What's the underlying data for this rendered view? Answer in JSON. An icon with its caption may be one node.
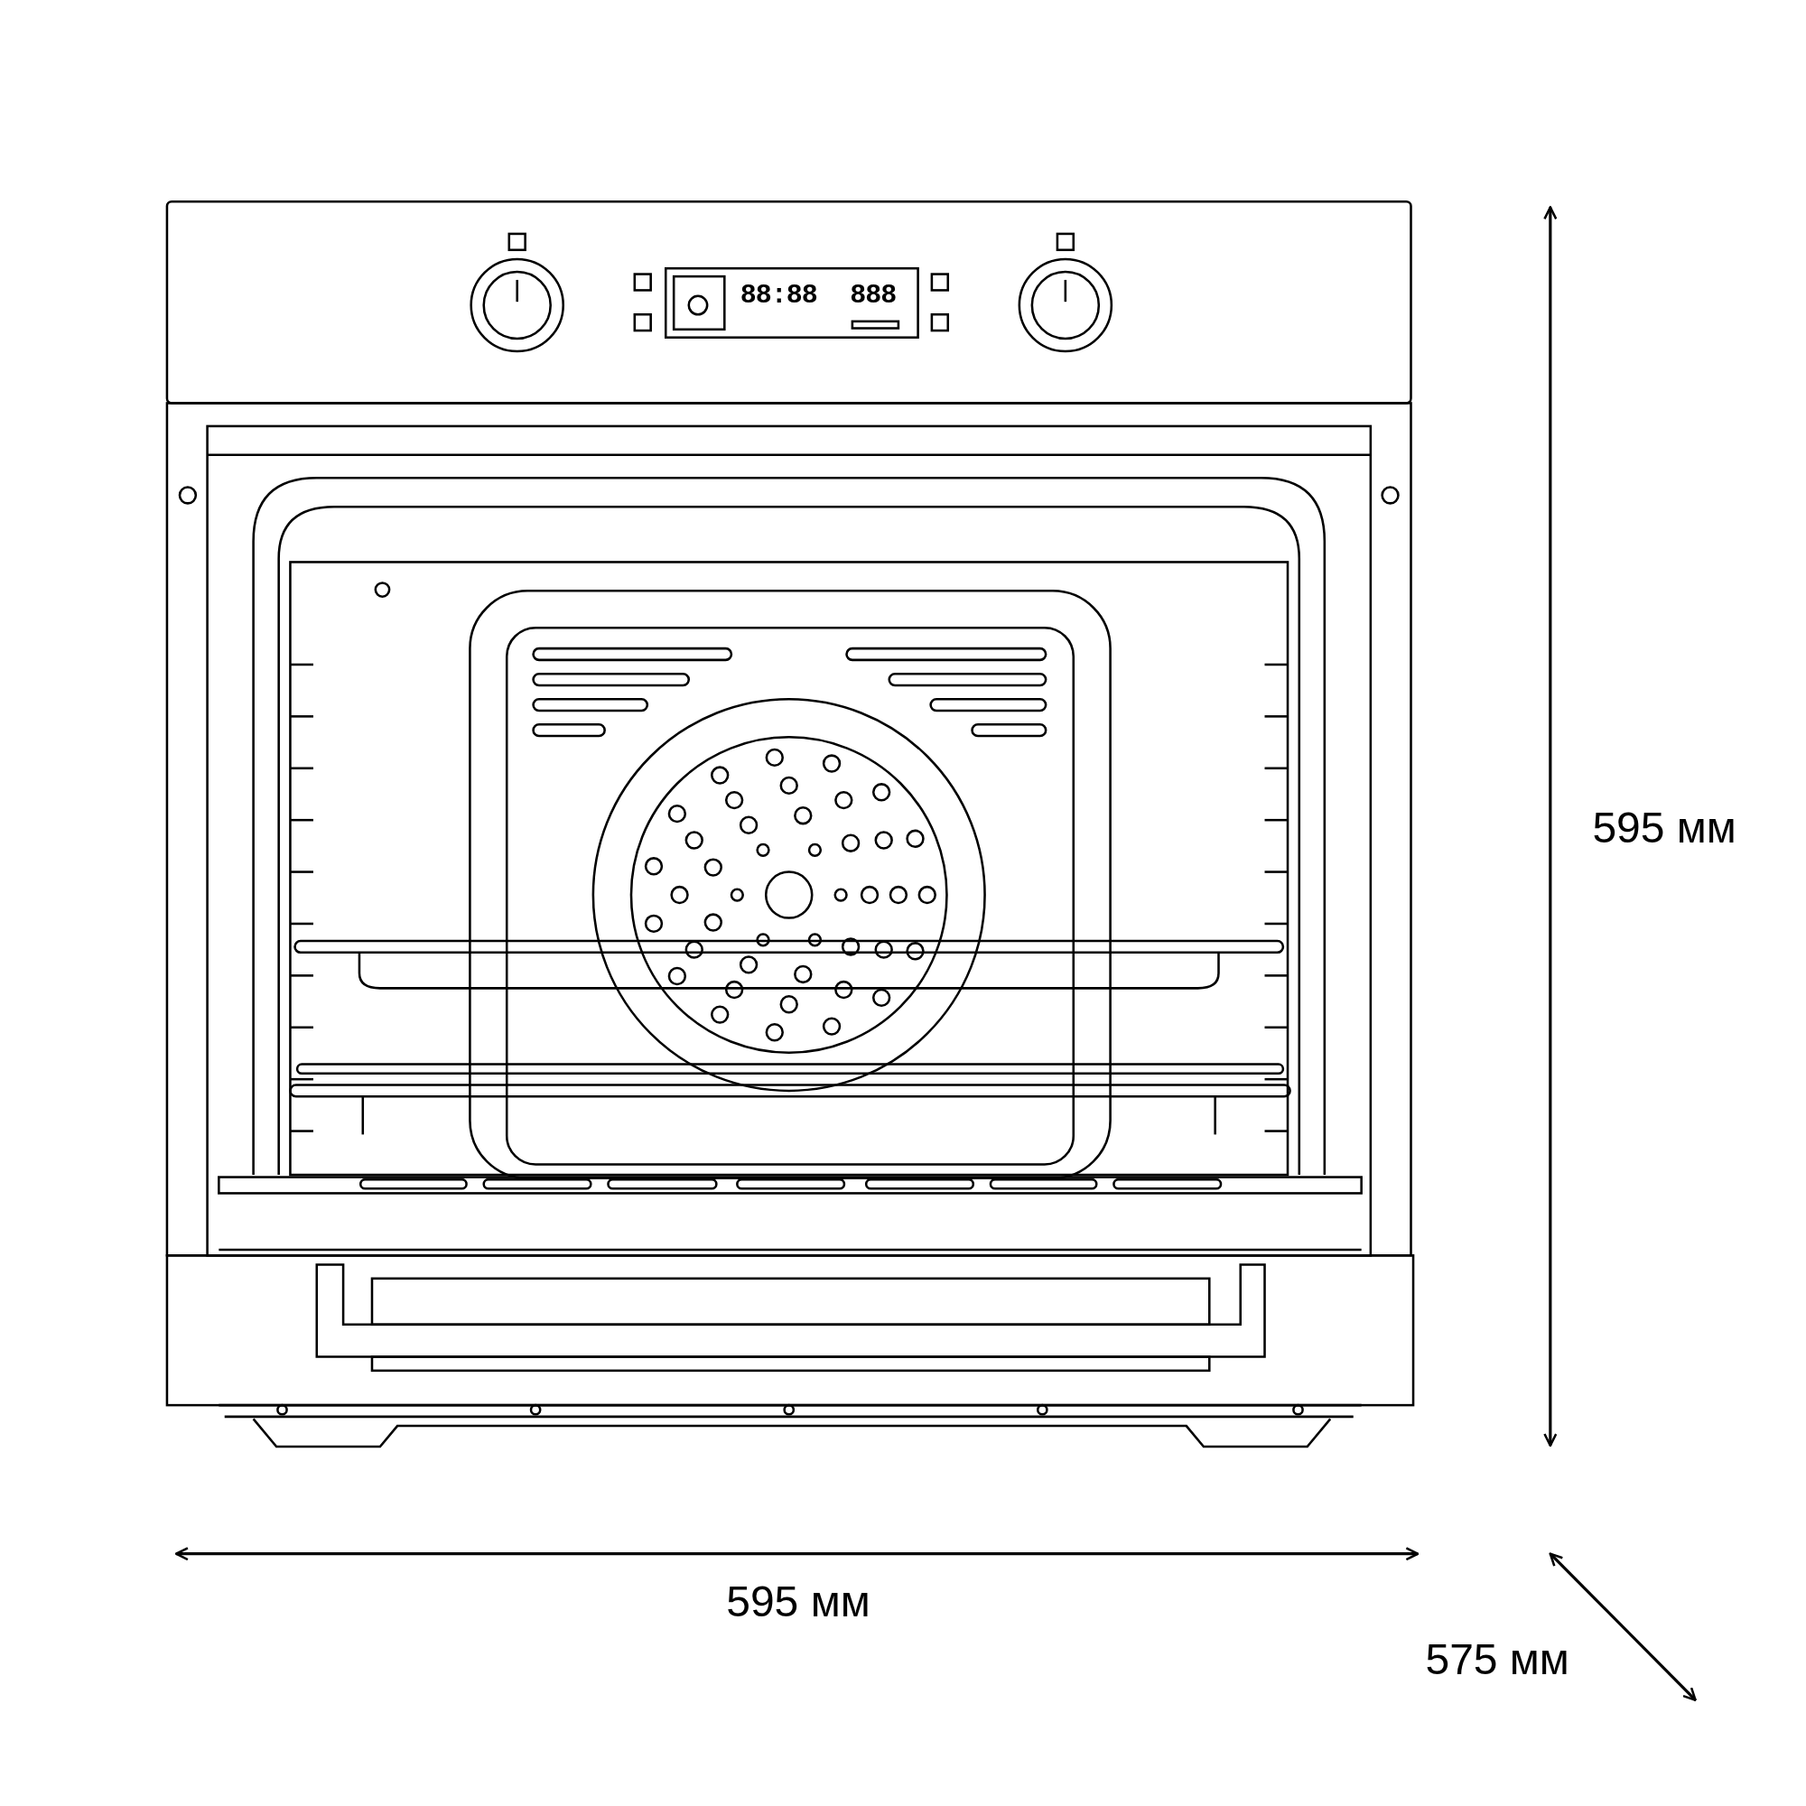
{
  "diagram": {
    "labels": [
      "88:88",
      "888",
      "595 мм",
      "595 мм",
      "575 мм"
    ]
  }
}
